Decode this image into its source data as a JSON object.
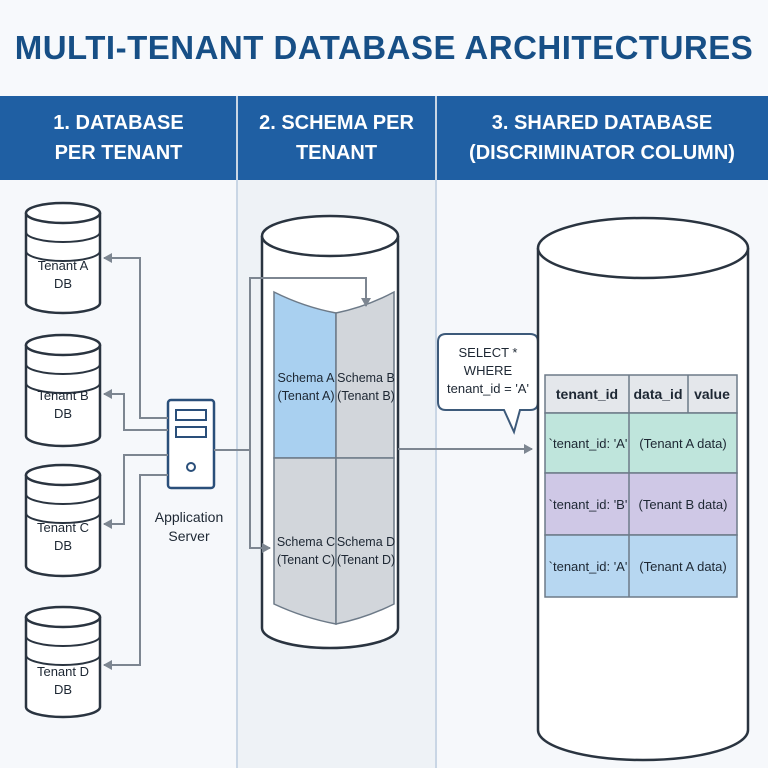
{
  "title": "MULTI-TENANT DATABASE ARCHITECTURES",
  "columns": [
    {
      "line1": "1. DATABASE",
      "line2": "PER TENANT"
    },
    {
      "line1": "2. SCHEMA PER",
      "line2": "TENANT"
    },
    {
      "line1": "3. SHARED DATABASE",
      "line2": "(DISCRIMINATOR COLUMN)"
    }
  ],
  "tenant_dbs": [
    {
      "line1": "Tenant A",
      "line2": "DB"
    },
    {
      "line1": "Tenant B",
      "line2": "DB"
    },
    {
      "line1": "Tenant C",
      "line2": "DB"
    },
    {
      "line1": "Tenant D",
      "line2": "DB"
    }
  ],
  "app_server": {
    "line1": "Application",
    "line2": "Server"
  },
  "schemas": [
    {
      "line1": "Schema A",
      "line2": "(Tenant A)",
      "color": "#a9d0f0"
    },
    {
      "line1": "Schema B",
      "line2": "(Tenant B)",
      "color": "#d2d6db"
    },
    {
      "line1": "Schema C",
      "line2": "(Tenant C)",
      "color": "#d2d6db"
    },
    {
      "line1": "Schema D",
      "line2": "(Tenant D)",
      "color": "#d2d6db"
    }
  ],
  "query": {
    "line1": "SELECT *",
    "line2": "WHERE",
    "line3": "tenant_id = 'A'"
  },
  "table": {
    "headers": [
      "tenant_id",
      "data_id",
      "value"
    ],
    "rows": [
      {
        "tenant": "`tenant_id: 'A'",
        "data": "(Tenant A data)",
        "color": "#bfe5dc"
      },
      {
        "tenant": "`tenant_id: 'B'",
        "data": "(Tenant B data)",
        "color": "#cfc8e6"
      },
      {
        "tenant": "`tenant_id: 'A'",
        "data": "(Tenant A data)",
        "color": "#b7d7f1"
      }
    ]
  },
  "colors": {
    "accent": "#1f5fa3",
    "title": "#174f86",
    "arrow": "#7d8691",
    "outline": "#2a3440"
  }
}
